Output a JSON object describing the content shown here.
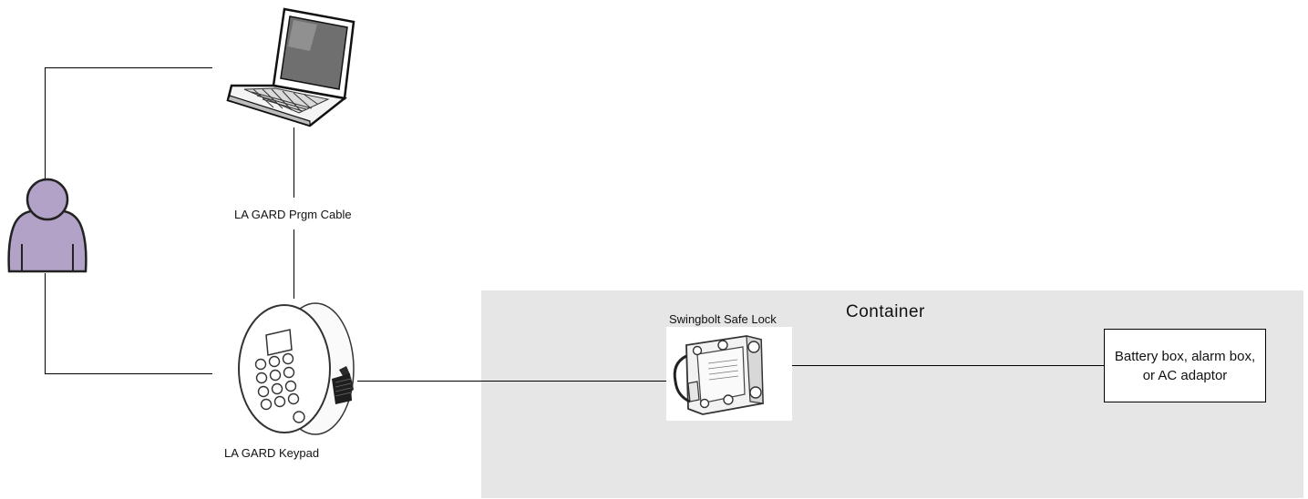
{
  "diagram": {
    "person": {
      "icon": "person-icon"
    },
    "laptop": {
      "icon": "laptop-icon"
    },
    "cable_label": "LA GARD Prgm Cable",
    "keypad": {
      "icon": "keypad-icon",
      "label": "LA GARD Keypad"
    },
    "container": {
      "title": "Container",
      "fill": "#e6e6e6"
    },
    "lock": {
      "icon": "safe-lock-icon",
      "label": "Swingbolt Safe Lock"
    },
    "power_box": {
      "label": "Battery box, alarm box, or AC adaptor"
    },
    "colors": {
      "person_fill": "#b3a2c7",
      "line": "#000000"
    }
  }
}
